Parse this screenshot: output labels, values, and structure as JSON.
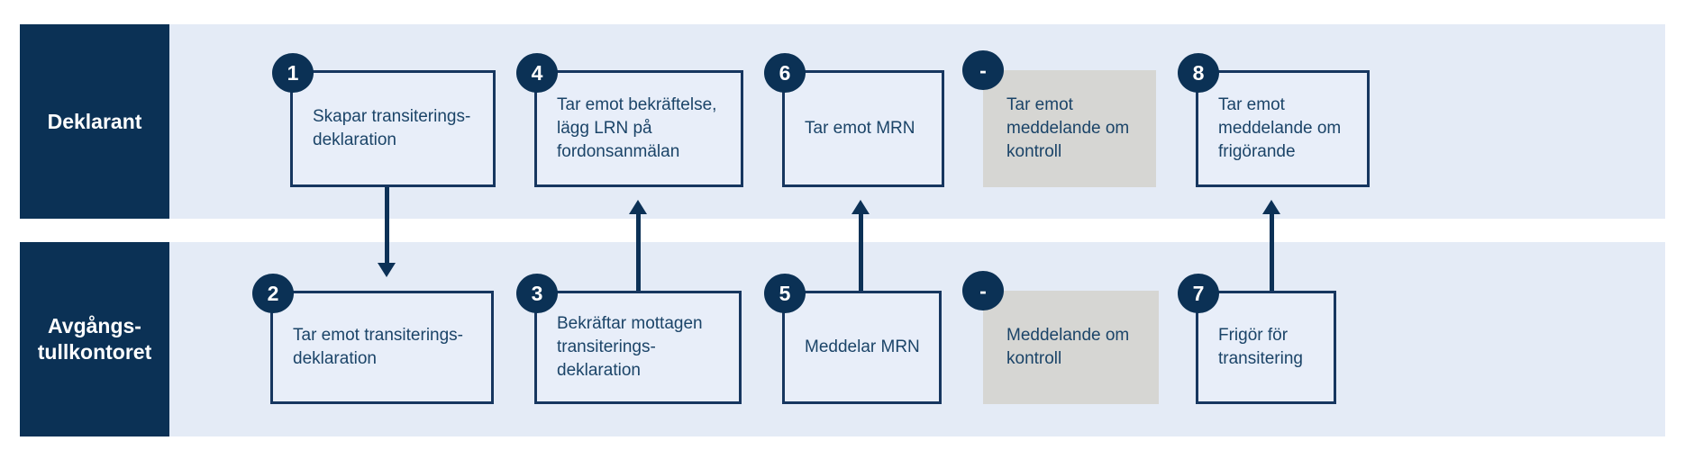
{
  "diagram": {
    "language": "sv",
    "type": "swimlane-process"
  },
  "colors": {
    "navy": "#0b3155",
    "box_border": "#16365f",
    "lane_background": "#e4ebf6",
    "box_background": "#e8eef9",
    "gray_box_background": "#d6d6d3",
    "text": "#1b4468",
    "label_text": "#ffffff"
  },
  "lanes": [
    {
      "label": "Deklarant"
    },
    {
      "label": "Avgångs-\ntullkontoret"
    }
  ],
  "steps": {
    "b1": {
      "badge": "1",
      "text": "Skapar transiterings-\ndeklaration"
    },
    "b4": {
      "badge": "4",
      "text": "Tar emot bekräftelse,\nlägg LRN på\nfordonsanmälan"
    },
    "b6": {
      "badge": "6",
      "text": "Tar emot MRN"
    },
    "gt": {
      "badge": "-",
      "text": "Tar emot\nmeddelande om\nkontroll"
    },
    "b8": {
      "badge": "8",
      "text": "Tar emot\nmeddelande om\nfrigörande"
    },
    "b2": {
      "badge": "2",
      "text": "Tar emot transiterings-\ndeklaration"
    },
    "b3": {
      "badge": "3",
      "text": "Bekräftar mottagen\ntransiterings-\ndeklaration"
    },
    "b5": {
      "badge": "5",
      "text": "Meddelar MRN"
    },
    "gb": {
      "badge": "-",
      "text": "Meddelande om\nkontroll"
    },
    "b7": {
      "badge": "7",
      "text": "Frigör för\ntransitering"
    }
  }
}
